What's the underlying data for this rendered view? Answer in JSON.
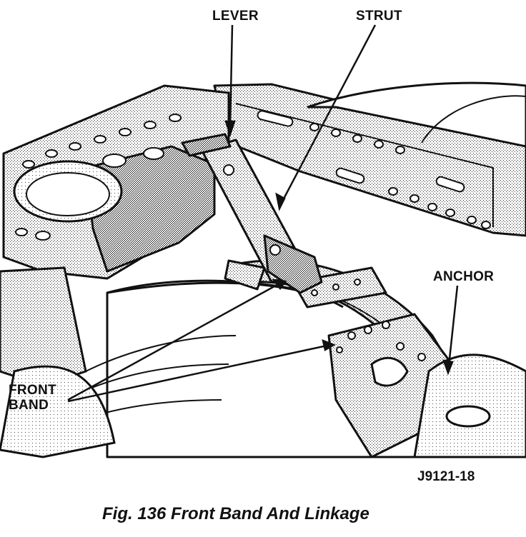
{
  "labels": {
    "lever": "LEVER",
    "strut": "STRUT",
    "anchor": "ANCHOR",
    "front_band": "FRONT\nBAND"
  },
  "figure_code": "J9121-18",
  "caption": "Fig. 136 Front Band And Linkage"
}
